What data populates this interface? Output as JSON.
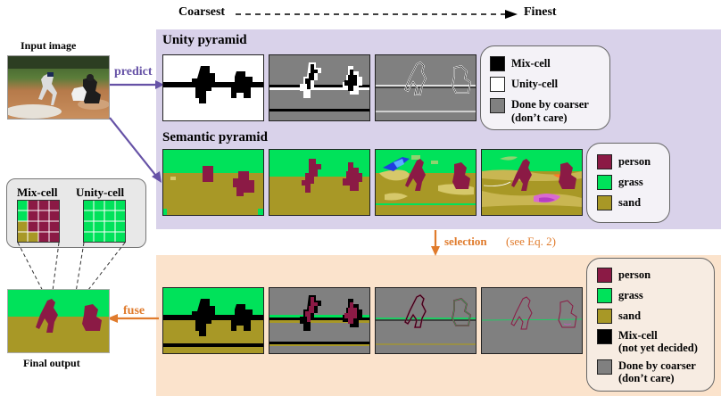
{
  "header": {
    "left_label": "Coarsest",
    "right_label": "Finest"
  },
  "input": {
    "caption": "Input image"
  },
  "output": {
    "caption": "Final output"
  },
  "arrows": {
    "predict": "predict",
    "fuse": "fuse",
    "selection": "selection",
    "selection_ref": "(see Eq. 2)"
  },
  "unity": {
    "title": "Unity pyramid",
    "legend": [
      {
        "label": "Mix-cell",
        "color": "#000000"
      },
      {
        "label": "Unity-cell",
        "color": "#ffffff"
      },
      {
        "label": "Done by coarser",
        "label2": "(don’t care)",
        "color": "#808080"
      }
    ]
  },
  "semantic": {
    "title": "Semantic pyramid",
    "legend": [
      {
        "label": "person",
        "color": "#8b1a45"
      },
      {
        "label": "grass",
        "color": "#00e25a"
      },
      {
        "label": "sand",
        "color": "#a89826"
      }
    ]
  },
  "fused": {
    "legend": [
      {
        "label": "person",
        "color": "#8b1a45"
      },
      {
        "label": "grass",
        "color": "#00e25a"
      },
      {
        "label": "sand",
        "color": "#a89826"
      },
      {
        "label": "Mix-cell",
        "label2": "(not yet decided)",
        "color": "#000000"
      },
      {
        "label": "Done by coarser",
        "label2": "(don’t care)",
        "color": "#808080"
      }
    ]
  },
  "zoom": {
    "mix_label": "Mix-cell",
    "unity_label": "Unity-cell"
  }
}
